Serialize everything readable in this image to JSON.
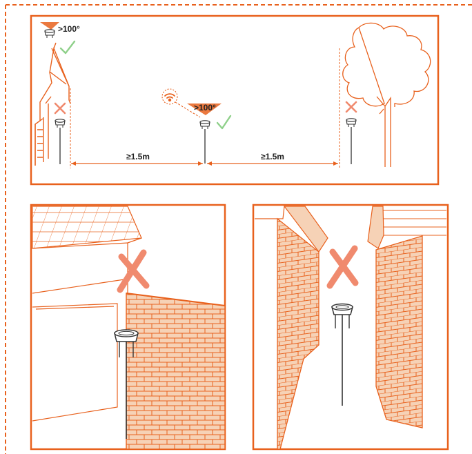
{
  "colors": {
    "accent": "#e8611d",
    "brick": "#f6d2b6",
    "cross": "#f08a6e",
    "check": "#8fd08a",
    "line": "#e8611d",
    "post": "#333333",
    "text": "#222222"
  },
  "top_panel": {
    "angle_label_roof": ">100°",
    "angle_label_center": ">100°",
    "distance_left": "≥1.5m",
    "distance_right": "≥1.5m",
    "signal_icon": "wifi-icon"
  },
  "bottom_left_panel": {
    "verdict_icon": "cross-icon"
  },
  "bottom_right_panel": {
    "verdict_icon": "cross-icon"
  }
}
